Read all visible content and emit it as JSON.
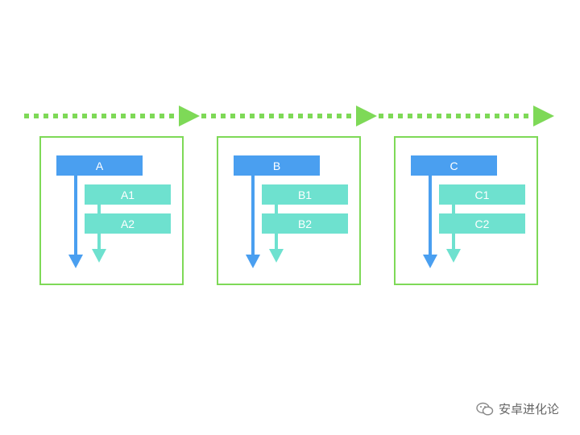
{
  "groups": [
    {
      "label": "A",
      "children": [
        "A1",
        "A2"
      ]
    },
    {
      "label": "B",
      "children": [
        "B1",
        "B2"
      ]
    },
    {
      "label": "C",
      "children": [
        "C1",
        "C2"
      ]
    }
  ],
  "watermark": {
    "text": "安卓进化论",
    "icon": "wechat-icon"
  },
  "colors": {
    "timeline": "#7ed957",
    "box_border": "#7ed957",
    "main_bar": "#4a9ff0",
    "main_arrow": "#4a9ff0",
    "sub_bar": "#6ee1cf",
    "sub_arrow": "#6ee1cf"
  }
}
